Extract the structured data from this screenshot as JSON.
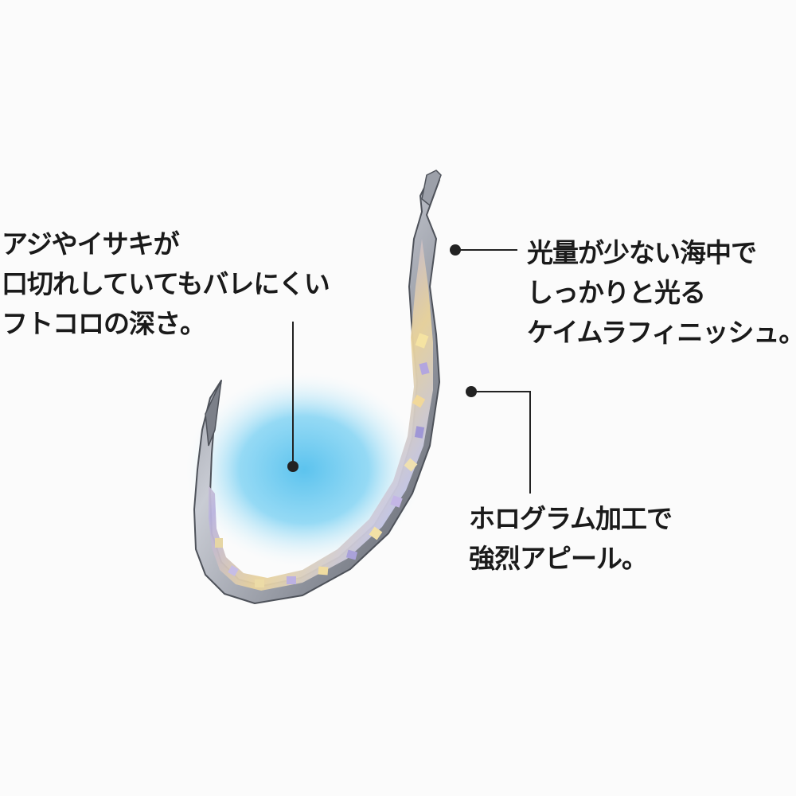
{
  "callouts": {
    "left": {
      "lines": [
        "アジやイサキが",
        "口切れしていてもバレにくい",
        "フトコロの深さ。"
      ]
    },
    "right_top": {
      "lines": [
        "光量が少ない海中で",
        "しっかりと光る",
        "ケイムラフィニッシュ。"
      ]
    },
    "right_bottom": {
      "lines": [
        "ホログラム加工で",
        "強烈アピール。"
      ]
    }
  },
  "colors": {
    "background": "#fbfbfb",
    "glow": "#5cc3ee",
    "leader": "#222222",
    "hook_steel": "#8a8f99"
  },
  "icons": {
    "hook": "fishing-hook-illustration",
    "glow": "blue-glow-highlight"
  }
}
